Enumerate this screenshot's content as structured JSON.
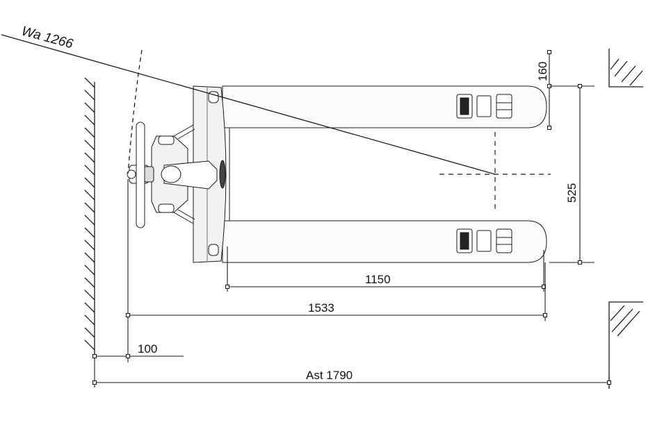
{
  "labels": {
    "turning_radius": "Wa 1266",
    "fork_tip": "160",
    "fork_spread": "525",
    "fork_length": "1150",
    "overall_length": "1533",
    "clearance": "100",
    "aisle_width": "Ast 1790"
  },
  "colors": {
    "line": "#1a1a1a",
    "wall_hatch": "#1a1a1a",
    "truck_body": "#f2f2f2",
    "background": "#ffffff"
  },
  "icons": {
    "wall": "hatched-wall",
    "pallet": "hatched-pallet-corner",
    "dimension_end": "square-marker"
  }
}
